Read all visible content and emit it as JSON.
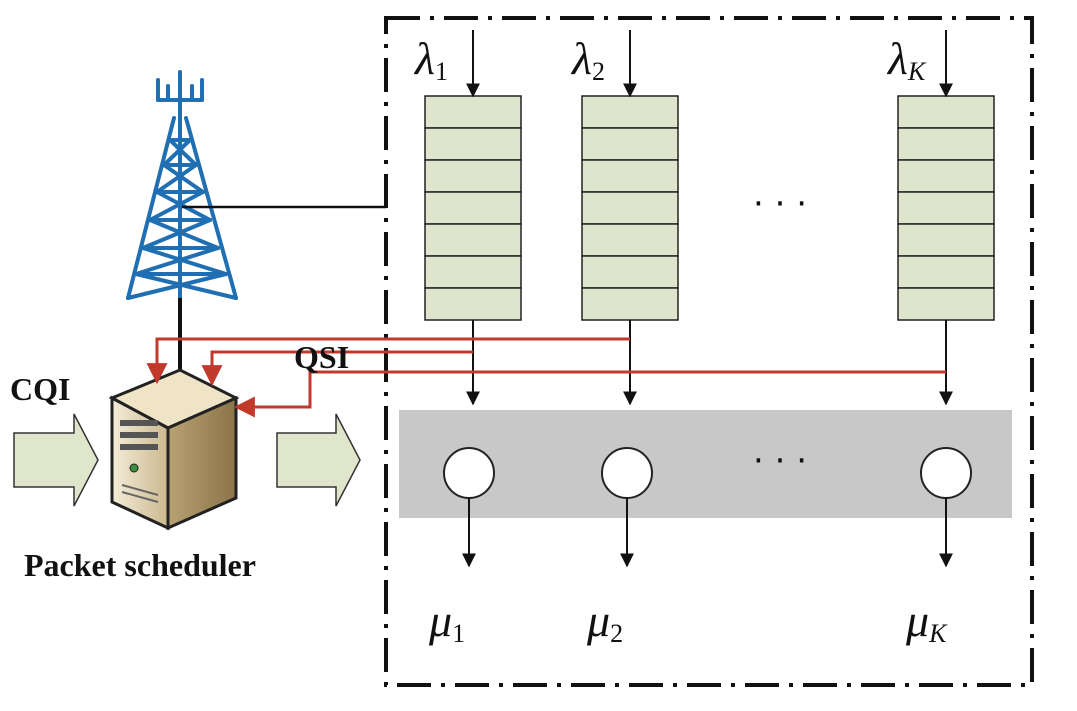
{
  "labels": {
    "cqi": "CQI",
    "qsi": "QSI",
    "scheduler": "Packet scheduler",
    "ellipsis": "· · ·"
  },
  "queues": [
    {
      "arrival_symbol": "λ",
      "arrival_sub": "1",
      "service_symbol": "μ",
      "service_sub": "1"
    },
    {
      "arrival_symbol": "λ",
      "arrival_sub": "2",
      "service_symbol": "μ",
      "service_sub": "2"
    },
    {
      "arrival_symbol": "λ",
      "arrival_sub": "K",
      "service_symbol": "μ",
      "service_sub": "K"
    }
  ],
  "icons": {
    "tower": "cell-tower-icon",
    "server": "server-icon"
  },
  "colors": {
    "buffer_fill": "#dfe5cc",
    "server_band": "#c8c8c8",
    "feedback_line": "#c0392b",
    "arrow_fill": "#e0e6cc",
    "tower": "#1f6fb2"
  }
}
